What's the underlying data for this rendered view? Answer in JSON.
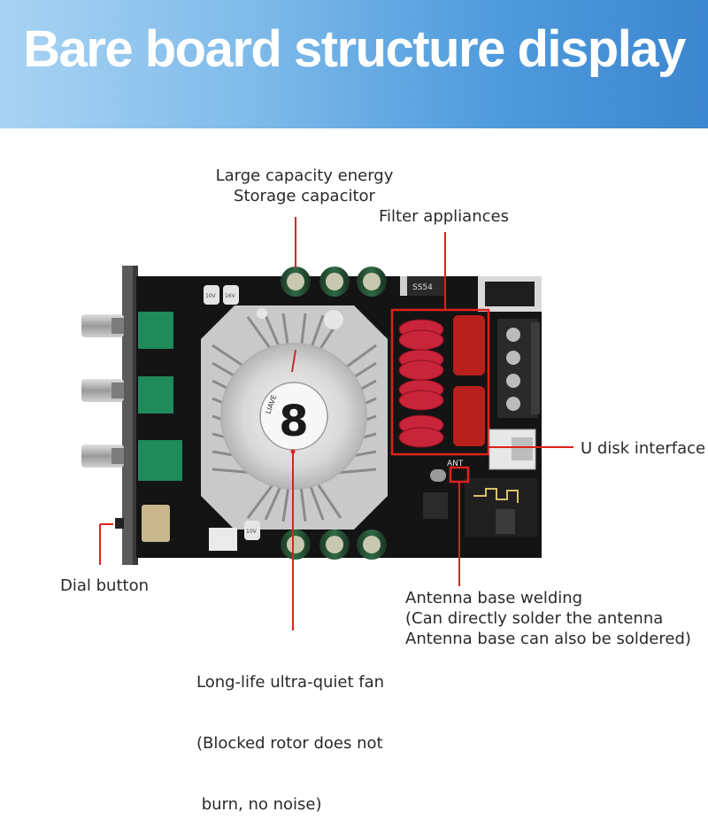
{
  "banner": {
    "title": "Bare board structure display"
  },
  "callouts": {
    "capacitor": {
      "line1": "Large capacity energy",
      "line2": "Storage capacitor"
    },
    "filter": {
      "text": "Filter appliances"
    },
    "udisk": {
      "text": "U disk interface"
    },
    "dial": {
      "text": "Dial button"
    },
    "antenna": {
      "line1": "Antenna base welding",
      "line2": "(Can directly solder the antenna",
      "line3": "Antenna base can also be soldered)"
    },
    "fan": {
      "line1": "Long-life ultra-quiet fan",
      "line2": "(Blocked rotor does not",
      "line3": " burn, no noise)"
    }
  },
  "board": {
    "brand": "LIAVE",
    "ant_label": "ANT",
    "cap_marks": [
      "10V",
      "16V",
      "10V"
    ],
    "diode_label": "SS54"
  },
  "colors": {
    "accent_red": "#e0201c",
    "banner": "#4f9bdc"
  }
}
